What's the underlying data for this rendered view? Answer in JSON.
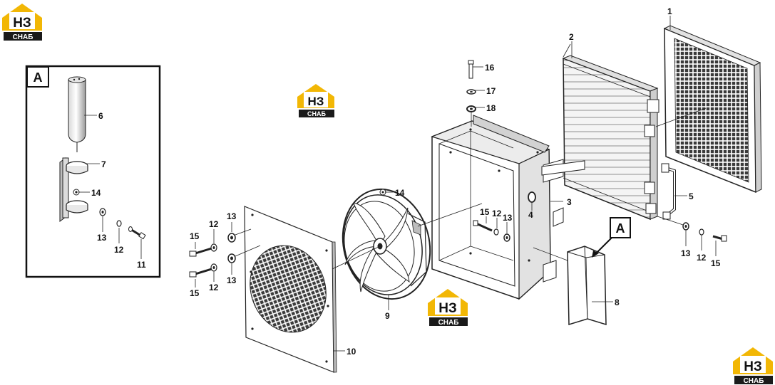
{
  "watermark": {
    "top": "НЗ",
    "bottom": "СНАБ",
    "icon": "house-logo-icon",
    "colors": {
      "gold": "#f2b705",
      "dark": "#1a1a1a"
    }
  },
  "detail_view": {
    "label": "A"
  },
  "detail_marker": {
    "label": "A"
  },
  "callouts": {
    "c1": "1",
    "c2": "2",
    "c3": "3",
    "c4": "4",
    "c5": "5",
    "c6": "6",
    "c7": "7",
    "c8": "8",
    "c9": "9",
    "c10": "10",
    "c11": "11",
    "c12a": "12",
    "c12b": "12",
    "c12c": "12",
    "c12d": "12",
    "c12e": "12",
    "c13a": "13",
    "c13b": "13",
    "c13c": "13",
    "c13d": "13",
    "c13e": "13",
    "c14a": "14",
    "c14b": "14",
    "c15a": "15",
    "c15b": "15",
    "c15c": "15",
    "c15d": "15",
    "c16": "16",
    "c17": "17",
    "c18": "18"
  }
}
